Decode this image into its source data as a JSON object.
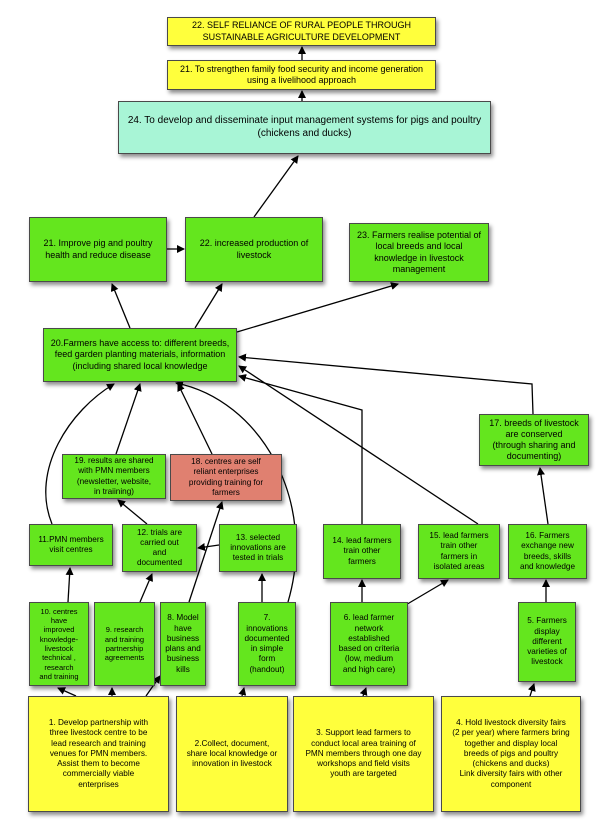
{
  "nodes": {
    "n22": "22. SELF RELIANCE OF RURAL PEOPLE THROUGH\nSUSTAINABLE AGRICULTURE DEVELOPMENT",
    "n21top": "21. To strengthen family food security and income generation\nusing a livelihood approach",
    "n24": "24. To develop and disseminate input management systems for pigs and poultry\n(chickens and ducks)",
    "n21": "21. Improve pig and poultry\nhealth and reduce disease",
    "n22b": "22. increased production of\nlivestock",
    "n23": "23. Farmers realise potential of\nlocal breeds and local\nknowledge in livestock\nmanagement",
    "n20": "20.Farmers have access to: different breeds,\nfeed garden planting materials, information\n(including shared local knowledge",
    "n17": "17. breeds of livestock\nare conserved\n(through sharing and\ndocumenting)",
    "n19": "19. results are shared\nwith PMN members\n(newsletter, website,\nin traiining)",
    "n18": "18. centres are self\nreliant enterprises\nproviding training for\nfarmers",
    "n11": "11.PMN members\nvisit centres",
    "n12": "12. trials are\ncarried out\nand\ndocumented",
    "n13": "13. selected\ninnovations are\ntested in trials",
    "n14": "14. lead farmers\ntrain other\nfarmers",
    "n15": "15. lead farmers\ntrain other\nfarmers in\nisolated areas",
    "n16": "16. Farmers\nexchange new\nbreeds, skills\nand knowledge",
    "n10": "10. centres\nhave\nimproved\nknowledge-\nlivestock\ntechnical ,\nresearch\nand training",
    "n9": "9. research\nand training\npartnership\nagreements",
    "n8": "8. Model\nhave\nbusiness\nplans and\nbusiness\nkills",
    "n7": "7.\ninnovations\ndocumented\nin simple\nform\n(handout)",
    "n6": "6. lead farmer\nnetwork\nestablished\nbased on criteria\n(low, medium\nand high care)",
    "n5": "5. Farmers\ndisplay\ndifferent\nvarieties of\nlivestock",
    "n1": "1. Develop partnership with\nthree livestock centre to be\nlead research and training\nvenues for PMN members.\nAssist them to become\ncommercially viable\nenterprises",
    "n2": "2.Collect, document,\nshare local knowledge or\ninnovation in livestock",
    "n3": "3. Support lead farmers to\nconduct local area training of\nPMN members through one day\nworkshops and field visits\nyouth are targeted",
    "n4": "4. Hold livestock diversity fairs\n(2 per year) where farmers bring\ntogether and display local\nbreeds of pigs and poultry\n(chickens and ducks)\nLink diversity fairs with other\ncomponent"
  },
  "colors": {
    "yellow": "#ffff3c",
    "green": "#64e61e",
    "cyan": "#a8f5d6",
    "salmon": "#e08070",
    "arrow": "#000000"
  }
}
